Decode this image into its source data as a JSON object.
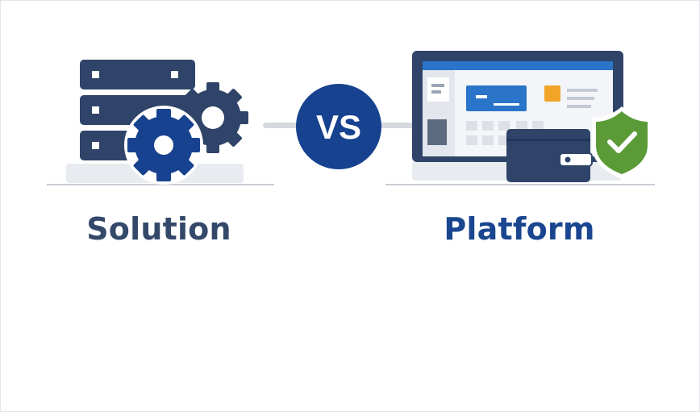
{
  "comparison": {
    "left_label": "Solution",
    "right_label": "Platform",
    "vs_label": "VS"
  },
  "colors": {
    "navy": "#2f4468",
    "brand_blue": "#17428f",
    "accent_blue": "#2a74c9",
    "shield_green": "#5a9a37",
    "orange": "#f0a428",
    "light_gray": "#e6e9ee",
    "caption_left": "#34486a",
    "caption_right": "#1a468f"
  },
  "icons": {
    "left": "server-with-gears-icon",
    "right": "monitor-with-shield-icon",
    "center": "vs-badge"
  }
}
